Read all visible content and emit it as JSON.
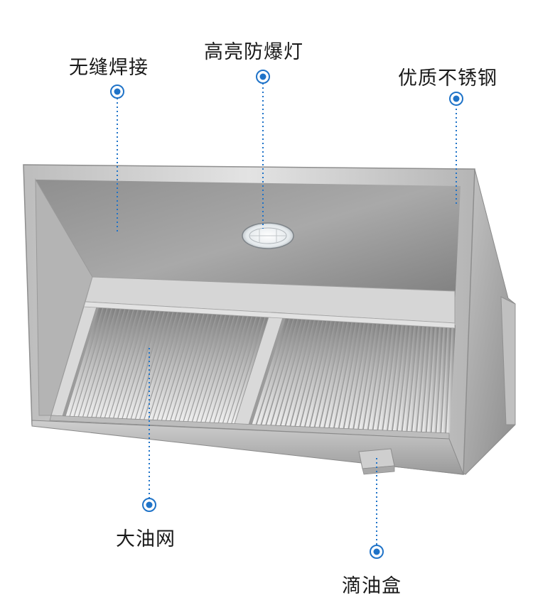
{
  "colors": {
    "accent": "#1f73c8",
    "steel_light": "#d8d8d8",
    "steel_mid": "#a8a8a8",
    "steel_dark": "#707070"
  },
  "labels": {
    "seamless_weld": "无缝焊接",
    "explosion_proof_light": "高亮防爆灯",
    "quality_stainless_steel": "优质不锈钢",
    "large_oil_filter": "大油网",
    "oil_drip_box": "滴油盒"
  }
}
